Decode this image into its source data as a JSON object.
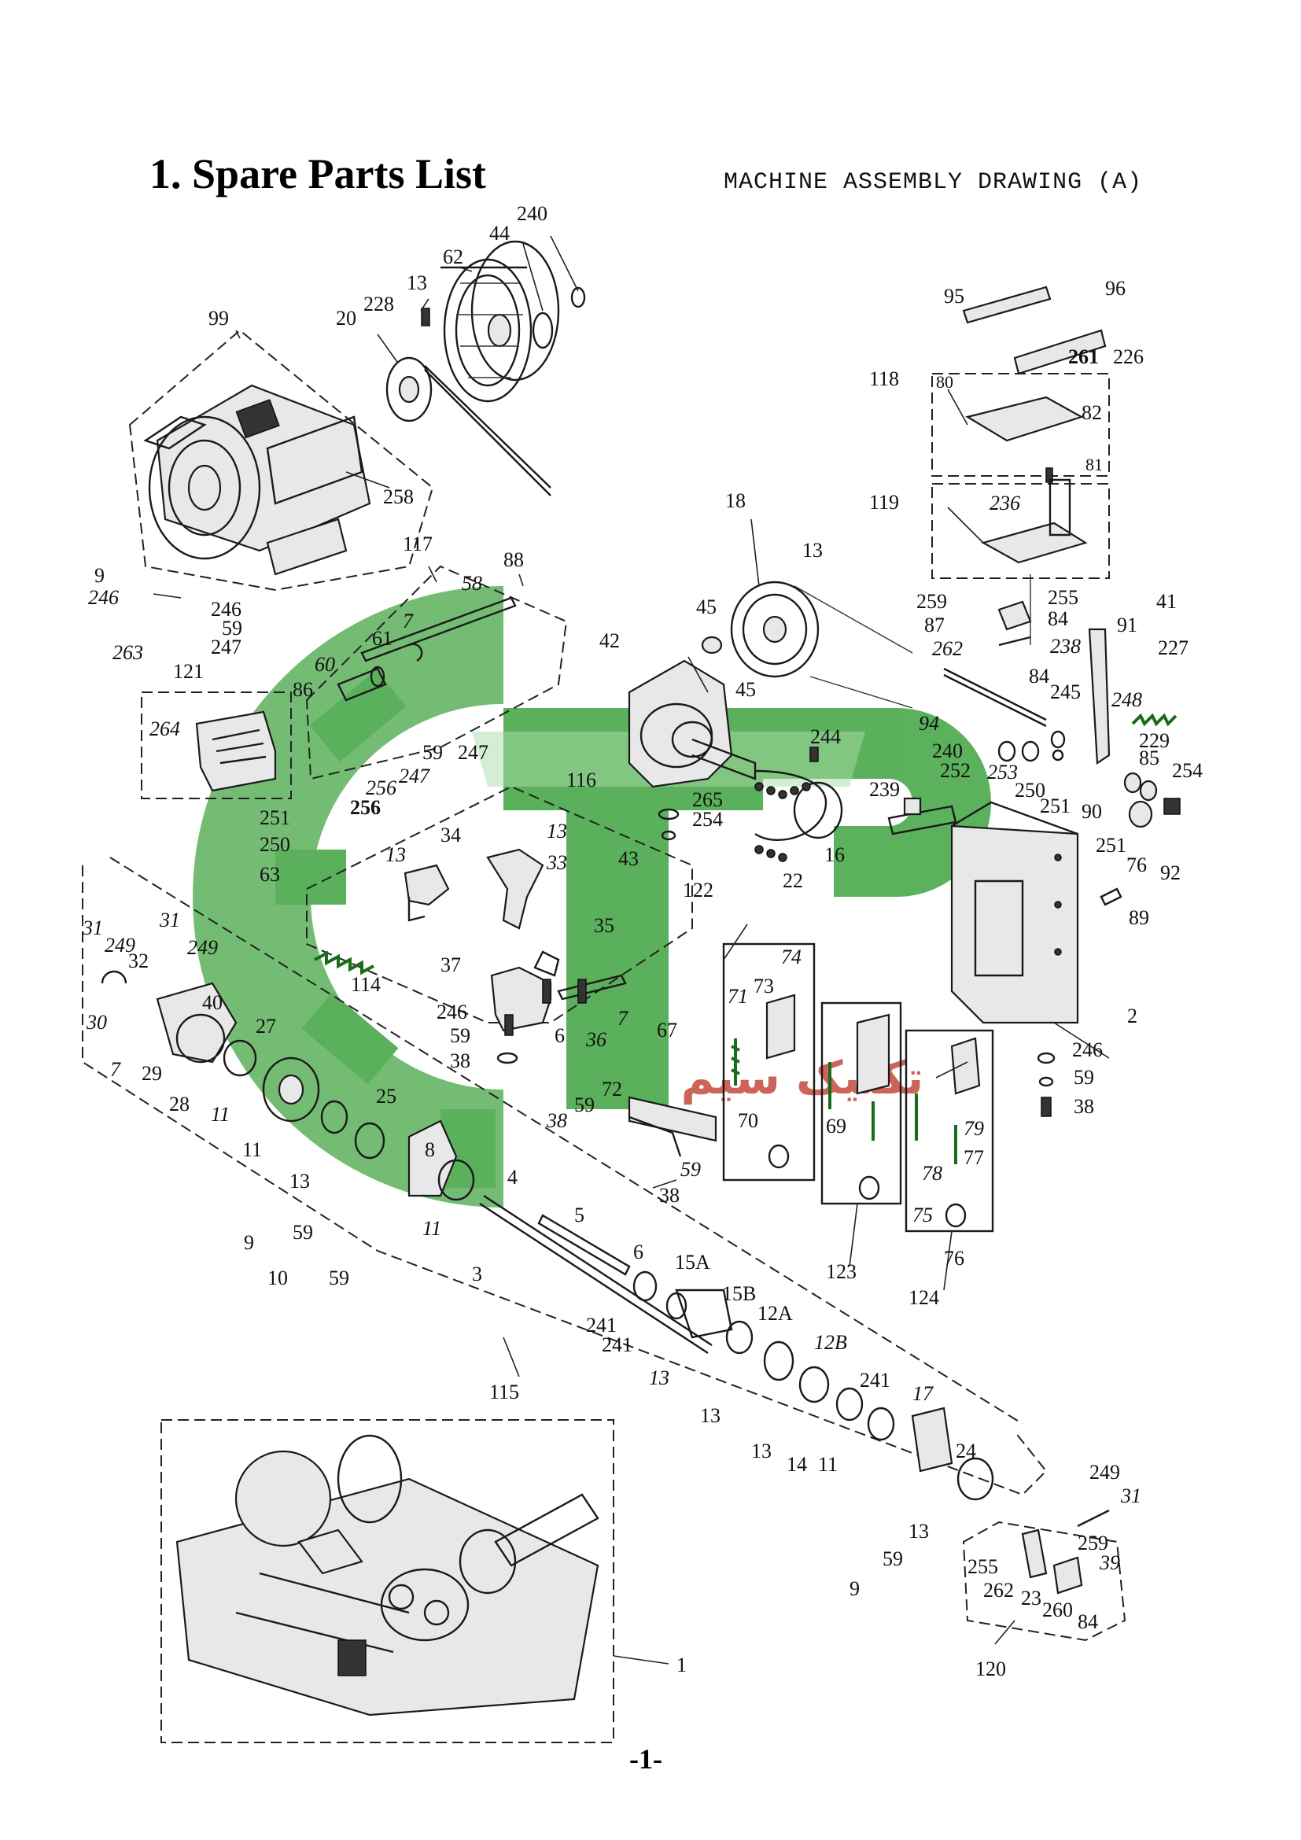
{
  "heading": "1.  Spare Parts List",
  "subheading": "MACHINE ASSEMBLY DRAWING (A)",
  "page_number": "-1-",
  "colors": {
    "ink": "#111111",
    "watermark": "#2e8b2e",
    "watermark_text": "#c0392b"
  },
  "watermark": {
    "logo": "gear-logo-icon",
    "text": "تکنیک سیم"
  },
  "part_labels": {
    "l99": "99",
    "l240": "240",
    "l44": "44",
    "l62": "62",
    "l13a": "13",
    "l228": "228",
    "l20": "20",
    "l258": "258",
    "l9a": "9",
    "l246a": "246",
    "l246b": "246",
    "l59a": "59",
    "l247a": "247",
    "l117": "117",
    "l88": "88",
    "l58": "58",
    "l61": "61",
    "l7a": "7",
    "l60": "60",
    "l86": "86",
    "l263": "263",
    "l121": "121",
    "l264": "264",
    "l251a": "251",
    "l250a": "250",
    "l63": "63",
    "l59b": "59",
    "l247b": "247",
    "l256a": "256",
    "l256b": "256",
    "l247c": "247",
    "l116": "116",
    "l13b": "13",
    "l33": "33",
    "l34": "34",
    "l13c": "13",
    "l43": "43",
    "l37": "37",
    "l35": "35",
    "l114": "114",
    "l246c": "246",
    "l59c": "59",
    "l38a": "38",
    "l6a": "6",
    "l7b": "7",
    "l36": "36",
    "l18": "18",
    "l13d": "13",
    "l45a": "45",
    "l42": "42",
    "l45b": "45",
    "l244": "244",
    "l265": "265",
    "l254a": "254",
    "l16": "16",
    "l22": "22",
    "l95": "95",
    "l96": "96",
    "l261": "261",
    "l226": "226",
    "l118": "118",
    "l80": "80",
    "l82": "82",
    "l81": "81",
    "l119": "119",
    "l236": "236",
    "l259a": "259",
    "l255a": "255",
    "l84a": "84",
    "l87": "87",
    "l262a": "262",
    "l238": "238",
    "l84b": "84",
    "l91": "91",
    "l41": "41",
    "l227": "227",
    "l245": "245",
    "l94": "94",
    "l248": "248",
    "l229": "229",
    "l85": "85",
    "l254b": "254",
    "l240b": "240",
    "l252": "252",
    "l239": "239",
    "l253": "253",
    "l250b": "250",
    "l251b": "251",
    "l90": "90",
    "l251c": "251",
    "l76a": "76",
    "l92": "92",
    "l89": "89",
    "l2": "2",
    "l31a": "31",
    "l31b": "31",
    "l249a": "249",
    "l249b": "249",
    "l32": "32",
    "l40": "40",
    "l30": "30",
    "l7c": "7",
    "l29": "29",
    "l28": "28",
    "l27": "27",
    "l11a": "11",
    "l11b": "11",
    "l25": "25",
    "l13e": "13",
    "l8": "8",
    "l9b": "9",
    "l59d": "59",
    "l11c": "11",
    "l10": "10",
    "l59e": "59",
    "l4": "4",
    "l5": "5",
    "l3": "3",
    "l6b": "6",
    "l122": "122",
    "l74": "74",
    "l73": "73",
    "l71": "71",
    "l67": "67",
    "l72": "72",
    "l70": "70",
    "l69": "69",
    "l59f": "59",
    "l38b": "38",
    "l59g": "59",
    "l38c": "38",
    "l123": "123",
    "l78": "78",
    "l77": "77",
    "l75": "75",
    "l76b": "76",
    "l124": "124",
    "l79": "79",
    "l246d": "246",
    "l59h": "59",
    "l38d": "38",
    "l15A": "15A",
    "l15B": "15B",
    "l12A": "12A",
    "l12B": "12B",
    "l241a": "241",
    "l241b": "241",
    "l241c": "241",
    "l13f": "13",
    "l13g": "13",
    "l13h": "13",
    "l14": "14",
    "l11d": "11",
    "l17": "17",
    "l24": "24",
    "l115": "115",
    "l13i": "13",
    "l9c": "9",
    "l59i": "59",
    "l249c": "249",
    "l31c": "31",
    "l259b": "259",
    "l39": "39",
    "l255b": "255",
    "l262b": "262",
    "l23": "23",
    "l260": "260",
    "l84c": "84",
    "l120": "120",
    "l1": "1"
  }
}
